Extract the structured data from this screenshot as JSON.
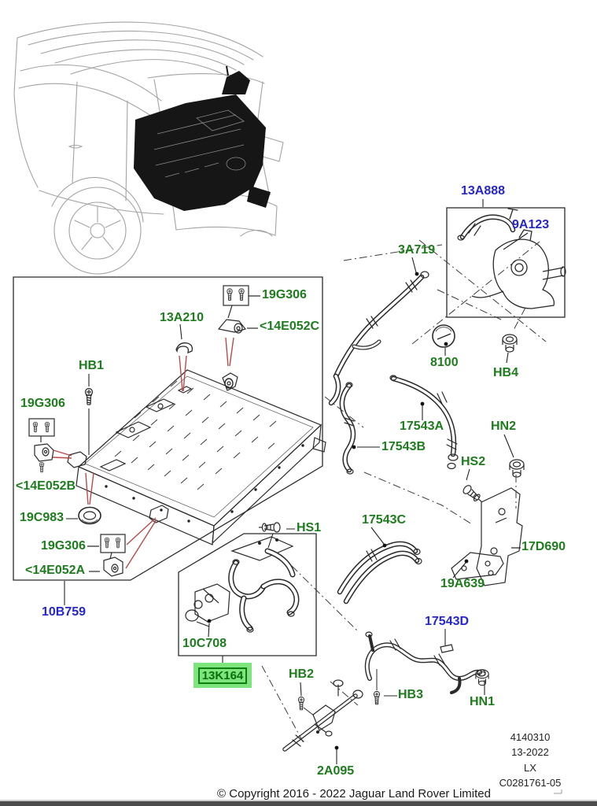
{
  "diagram_title": "Hybrid battery cooling parts diagram",
  "labels": {
    "p13A888": {
      "text": "13A888"
    },
    "p9A123": {
      "text": "9A123"
    },
    "p3A719": {
      "text": "3A719"
    },
    "p8100": {
      "text": "8100"
    },
    "pHB4": {
      "text": "HB4"
    },
    "p19G306a": {
      "text": "19G306"
    },
    "p13A210": {
      "text": "13A210"
    },
    "p14E052C": {
      "text": "<14E052C"
    },
    "pHB1": {
      "text": "HB1"
    },
    "p19G306b": {
      "text": "19G306"
    },
    "p14E052B": {
      "text": "<14E052B"
    },
    "p19C983": {
      "text": "19C983"
    },
    "p19G306c": {
      "text": "19G306"
    },
    "p14E052A": {
      "text": "<14E052A"
    },
    "p10B759": {
      "text": "10B759"
    },
    "pHS1": {
      "text": "HS1"
    },
    "p17543A": {
      "text": "17543A"
    },
    "p17543B": {
      "text": "17543B"
    },
    "pHN2": {
      "text": "HN2"
    },
    "pHS2": {
      "text": "HS2"
    },
    "p17543C": {
      "text": "17543C"
    },
    "p17D690": {
      "text": "17D690"
    },
    "p19A639": {
      "text": "19A639"
    },
    "p10C708": {
      "text": "10C708"
    },
    "p13K164": {
      "text": "13K164"
    },
    "pHB2": {
      "text": "HB2"
    },
    "p17543D": {
      "text": "17543D"
    },
    "pHB3": {
      "text": "HB3"
    },
    "pHN1": {
      "text": "HN1"
    },
    "p2A095": {
      "text": "2A095"
    }
  },
  "highlight": {
    "selected_part": "13K164"
  },
  "footer": {
    "lines": [
      "4140310",
      "13-2022",
      "LX",
      "C0281761-05"
    ],
    "copyright": "© Copyright 2016 - 2022 Jaguar Land Rover Limited"
  },
  "colors": {
    "label_green": "#1d7d1d",
    "label_blue": "#2626cd",
    "red_leader": "#b94a48",
    "highlight_bg": "#7ee57e",
    "highlight_border": "#0e7e0e"
  }
}
